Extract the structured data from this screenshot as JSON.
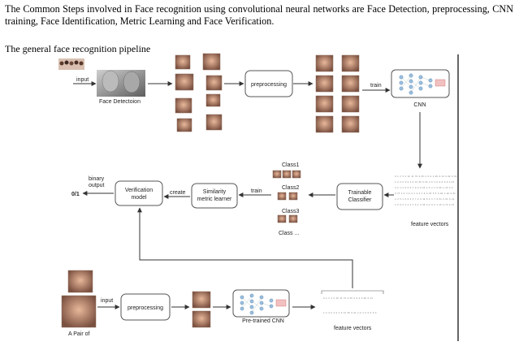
{
  "intro": "The Common Steps involved in Face recognition using convolutional neural networks are Face Detection, preprocessing, CNN training, Face Identification, Metric Learning and Face Verification.",
  "subtitle": "The general face recognition pipeline",
  "labels": {
    "input": "input",
    "face_detection": "Face Detectoion",
    "preprocessing": "preprocessing",
    "train": "train",
    "cnn": "CNN",
    "binary_output_1": "binary",
    "binary_output_2": "output",
    "zero_one": "0/1",
    "verification_1": "Verification",
    "verification_2": "model",
    "create": "create",
    "similarity_1": "Similarity",
    "similarity_2": "metric learner",
    "trainable_1": "Trainable",
    "trainable_2": "Classifier",
    "class1": "Class1",
    "class2": "Class2",
    "class3": "Class3",
    "class_more": "Class ...",
    "feature_vectors": "feature vectors",
    "pretrained_cnn": "Pre-trained CNN",
    "pair_of": "A Pair of"
  }
}
